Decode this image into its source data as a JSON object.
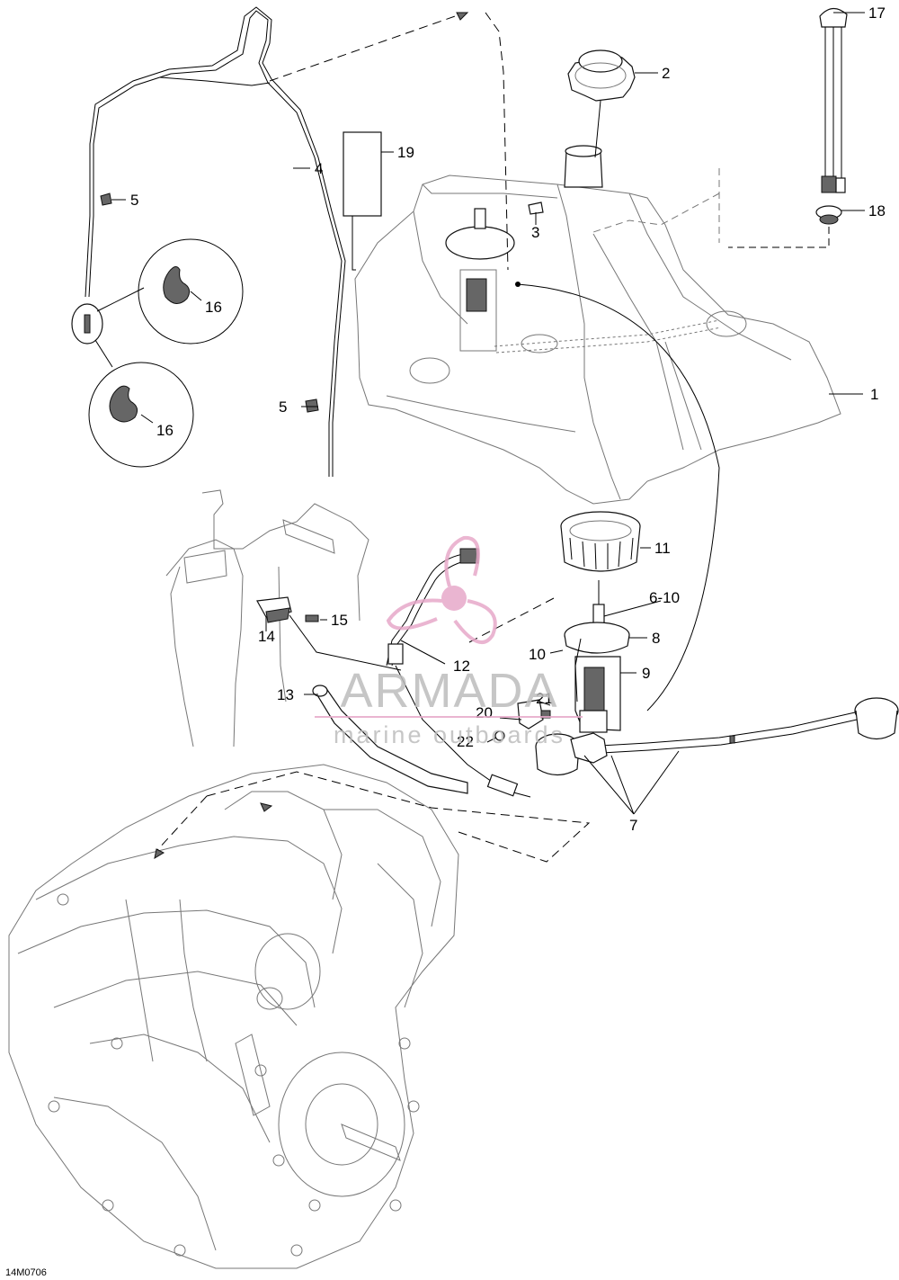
{
  "callouts": {
    "c1": "1",
    "c2": "2",
    "c3": "3",
    "c4": "4",
    "c5a": "5",
    "c5b": "5",
    "c6": "6-10",
    "c7": "7",
    "c8": "8",
    "c9": "9",
    "c10": "10",
    "c11": "11",
    "c12": "12",
    "c13": "13",
    "c14": "14",
    "c15": "15",
    "c16a": "16",
    "c16b": "16",
    "c17": "17",
    "c18": "18",
    "c19": "19",
    "c20": "20",
    "c21": "21",
    "c22": "22"
  },
  "watermark": {
    "brand": "ARMADA",
    "tagline": "marine outboards",
    "pink": "#e7a9c9"
  },
  "diagram_code": "14M0706"
}
